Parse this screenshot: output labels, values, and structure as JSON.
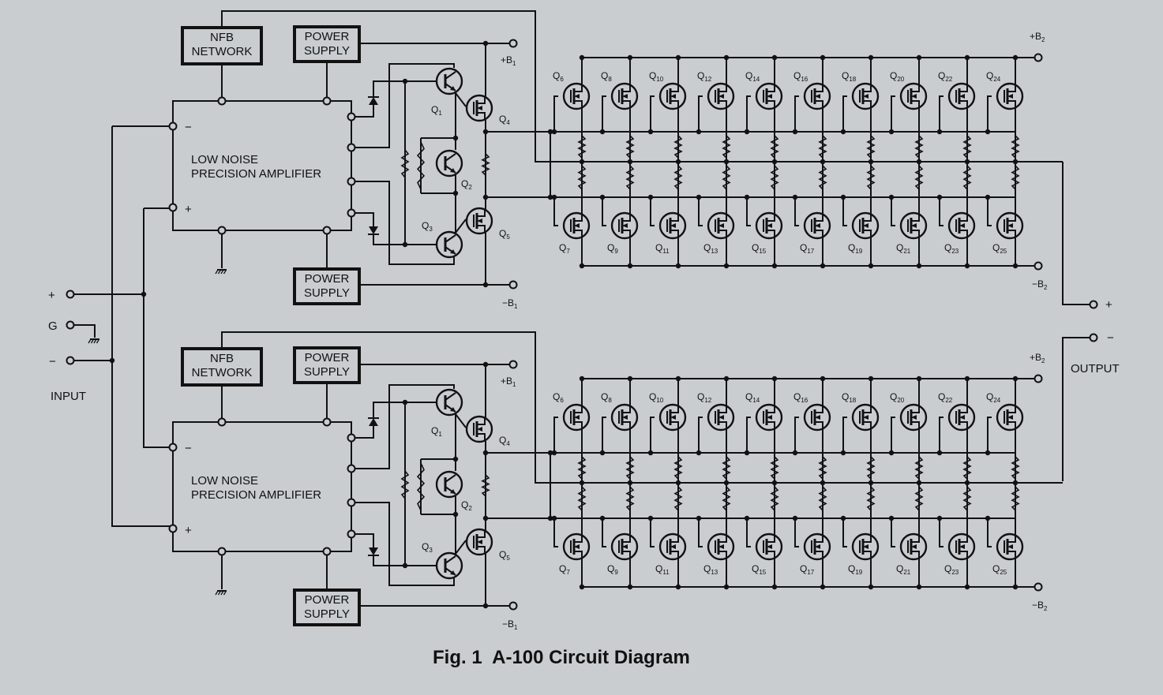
{
  "caption": "Fig. 1  A-100 Circuit Diagram",
  "input": {
    "label": "INPUT",
    "plus": "+",
    "ground": "G",
    "minus": "−"
  },
  "output": {
    "label": "OUTPUT",
    "plus": "+",
    "minus": "−"
  },
  "channels": [
    {
      "nfb": [
        "NFB",
        "NETWORK"
      ],
      "ps_top": [
        "POWER",
        "SUPPLY"
      ],
      "ps_bottom": [
        "POWER",
        "SUPPLY"
      ],
      "amp": [
        "LOW NOISE",
        "PRECISION AMPLIFIER"
      ],
      "amp_inputs": [
        "−",
        "+"
      ],
      "driver_labels": [
        "Q1",
        "Q2",
        "Q3",
        "Q4",
        "Q5"
      ],
      "rails": [
        "+B1",
        "−B1",
        "+B2",
        "−B2"
      ],
      "top_fets": [
        "Q6",
        "Q8",
        "Q10",
        "Q12",
        "Q14",
        "Q16",
        "Q18",
        "Q20",
        "Q22",
        "Q24"
      ],
      "bottom_fets": [
        "Q7",
        "Q9",
        "Q11",
        "Q13",
        "Q15",
        "Q17",
        "Q19",
        "Q21",
        "Q23",
        "Q25"
      ]
    },
    {
      "nfb": [
        "NFB",
        "NETWORK"
      ],
      "ps_top": [
        "POWER",
        "SUPPLY"
      ],
      "ps_bottom": [
        "POWER",
        "SUPPLY"
      ],
      "amp": [
        "LOW NOISE",
        "PRECISION AMPLIFIER"
      ],
      "amp_inputs": [
        "−",
        "+"
      ],
      "driver_labels": [
        "Q1",
        "Q2",
        "Q3",
        "Q4",
        "Q5"
      ],
      "rails": [
        "+B1",
        "−B1",
        "+B2",
        "−B2"
      ],
      "top_fets": [
        "Q6",
        "Q8",
        "Q10",
        "Q12",
        "Q14",
        "Q16",
        "Q18",
        "Q20",
        "Q22",
        "Q24"
      ],
      "bottom_fets": [
        "Q7",
        "Q9",
        "Q11",
        "Q13",
        "Q15",
        "Q17",
        "Q19",
        "Q21",
        "Q23",
        "Q25"
      ]
    }
  ],
  "colors": {
    "background": "#c9cdd0",
    "ink": "#111111"
  }
}
